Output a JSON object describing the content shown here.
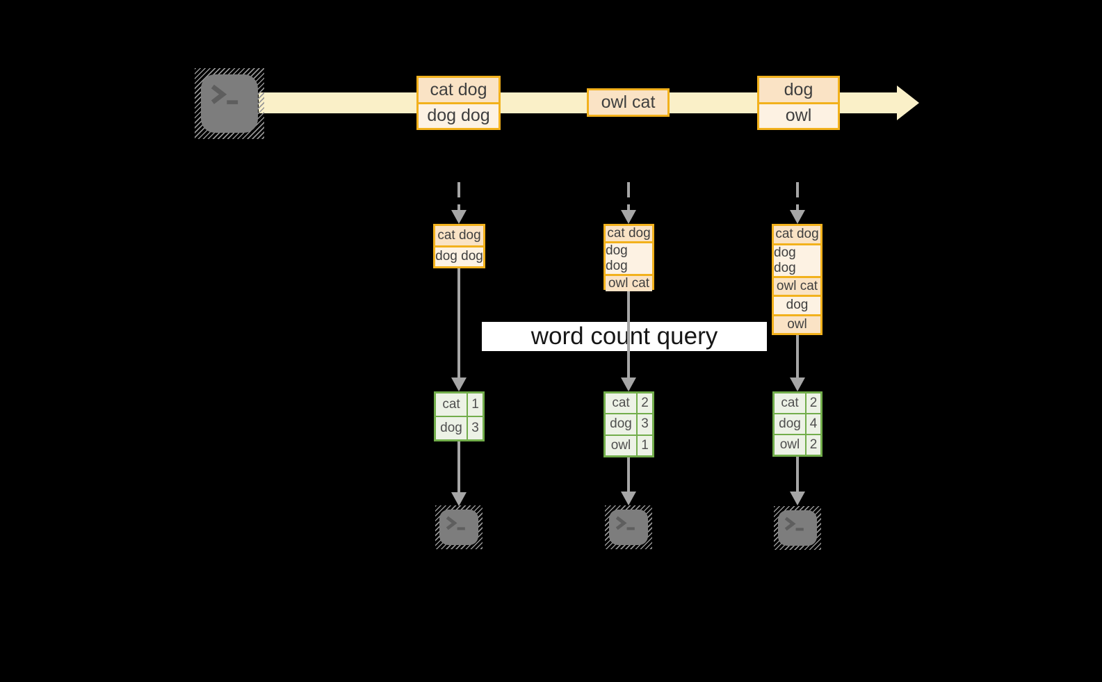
{
  "diagram": {
    "query_label": "word count query"
  },
  "stream": {
    "source_icon": "terminal-icon",
    "batches": [
      {
        "rows": [
          "cat dog",
          "dog dog"
        ]
      },
      {
        "rows": [
          "owl cat"
        ]
      },
      {
        "rows": [
          "dog",
          "owl"
        ]
      }
    ]
  },
  "pipelines": [
    {
      "input_rows": [
        "cat dog",
        "dog dog"
      ],
      "counts": [
        {
          "word": "cat",
          "count": "1"
        },
        {
          "word": "dog",
          "count": "3"
        }
      ],
      "sink_icon": "terminal-icon"
    },
    {
      "input_rows": [
        "cat dog",
        "dog dog",
        "owl cat"
      ],
      "counts": [
        {
          "word": "cat",
          "count": "2"
        },
        {
          "word": "dog",
          "count": "3"
        },
        {
          "word": "owl",
          "count": "1"
        }
      ],
      "sink_icon": "terminal-icon"
    },
    {
      "input_rows": [
        "cat dog",
        "dog dog",
        "owl cat",
        "dog",
        "owl"
      ],
      "counts": [
        {
          "word": "cat",
          "count": "2"
        },
        {
          "word": "dog",
          "count": "4"
        },
        {
          "word": "owl",
          "count": "2"
        }
      ],
      "sink_icon": "terminal-icon"
    }
  ],
  "colors": {
    "background": "#000000",
    "cream": "#FAF0C8",
    "gold": "#F2B11C",
    "peach-dark": "#FAE3C5",
    "peach-light": "#FDF2E3",
    "green": "#72AD4B",
    "green-fill": "#EDF2E6",
    "gray": "#A6A6A6",
    "terminal-gray": "#7D7D7D"
  }
}
